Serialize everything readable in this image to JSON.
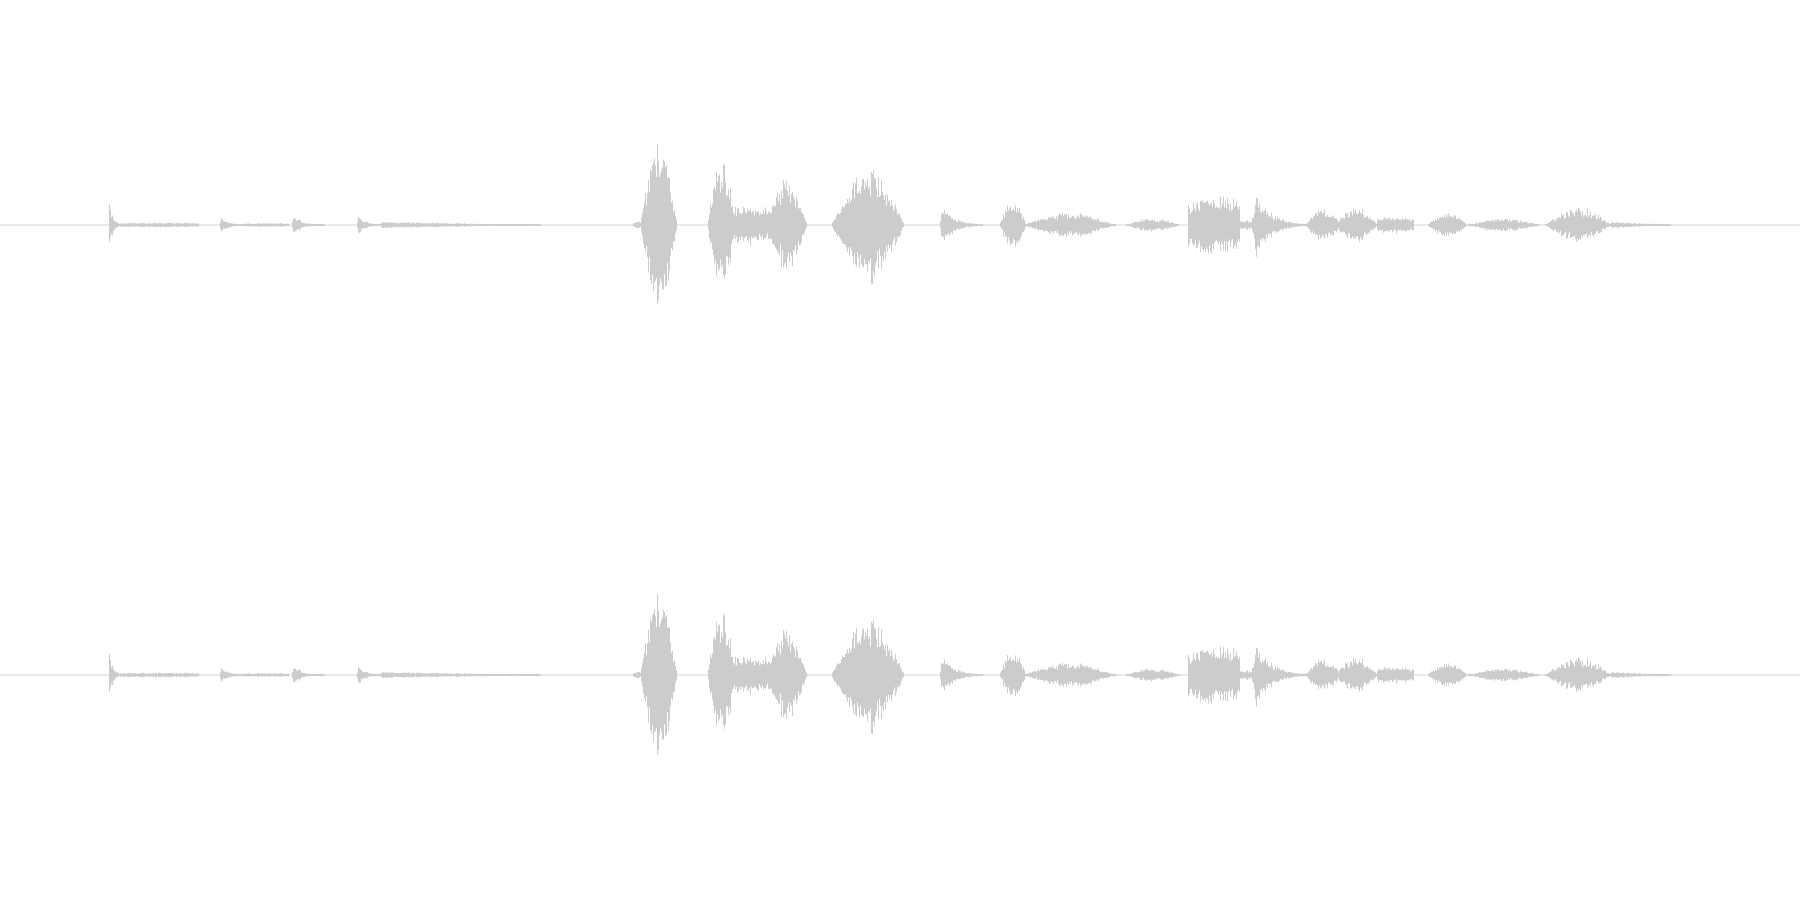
{
  "waveform": {
    "channel_count": 2,
    "colors": {
      "background": "#ffffff",
      "waveform": "#cccccc",
      "baseline": "#d6d6d6"
    },
    "duration_fraction_shown": 1.0,
    "segments": [
      {
        "start": 0.06,
        "end": 0.067,
        "amp": 0.13,
        "shape": "decay"
      },
      {
        "start": 0.067,
        "end": 0.11,
        "amp": 0.015,
        "shape": "flat"
      },
      {
        "start": 0.122,
        "end": 0.136,
        "amp": 0.05,
        "shape": "decay"
      },
      {
        "start": 0.136,
        "end": 0.16,
        "amp": 0.012,
        "shape": "flat"
      },
      {
        "start": 0.162,
        "end": 0.18,
        "amp": 0.055,
        "shape": "decay"
      },
      {
        "start": 0.198,
        "end": 0.212,
        "amp": 0.06,
        "shape": "decay"
      },
      {
        "start": 0.212,
        "end": 0.305,
        "amp": 0.02,
        "shape": "fade"
      },
      {
        "start": 0.352,
        "end": 0.36,
        "amp": 0.02,
        "shape": "flat"
      },
      {
        "start": 0.356,
        "end": 0.376,
        "amp": 0.5,
        "shape": "bell"
      },
      {
        "start": 0.393,
        "end": 0.408,
        "amp": 0.4,
        "shape": "bell"
      },
      {
        "start": 0.405,
        "end": 0.428,
        "amp": 0.12,
        "shape": "flat"
      },
      {
        "start": 0.425,
        "end": 0.448,
        "amp": 0.27,
        "shape": "bell"
      },
      {
        "start": 0.462,
        "end": 0.502,
        "amp": 0.34,
        "shape": "bell"
      },
      {
        "start": 0.522,
        "end": 0.545,
        "amp": 0.12,
        "shape": "decay"
      },
      {
        "start": 0.555,
        "end": 0.57,
        "amp": 0.15,
        "shape": "bell"
      },
      {
        "start": 0.568,
        "end": 0.62,
        "amp": 0.07,
        "shape": "bell"
      },
      {
        "start": 0.625,
        "end": 0.655,
        "amp": 0.04,
        "shape": "bell"
      },
      {
        "start": 0.66,
        "end": 0.688,
        "amp": 0.17,
        "shape": "flat"
      },
      {
        "start": 0.688,
        "end": 0.695,
        "amp": 0.03,
        "shape": "flat"
      },
      {
        "start": 0.695,
        "end": 0.725,
        "amp": 0.19,
        "shape": "decay"
      },
      {
        "start": 0.725,
        "end": 0.745,
        "amp": 0.1,
        "shape": "bell"
      },
      {
        "start": 0.742,
        "end": 0.765,
        "amp": 0.11,
        "shape": "bell"
      },
      {
        "start": 0.765,
        "end": 0.785,
        "amp": 0.05,
        "shape": "flat"
      },
      {
        "start": 0.793,
        "end": 0.815,
        "amp": 0.08,
        "shape": "bell"
      },
      {
        "start": 0.815,
        "end": 0.855,
        "amp": 0.04,
        "shape": "bell"
      },
      {
        "start": 0.858,
        "end": 0.895,
        "amp": 0.1,
        "shape": "bell"
      },
      {
        "start": 0.895,
        "end": 0.93,
        "amp": 0.02,
        "shape": "fade"
      }
    ]
  }
}
